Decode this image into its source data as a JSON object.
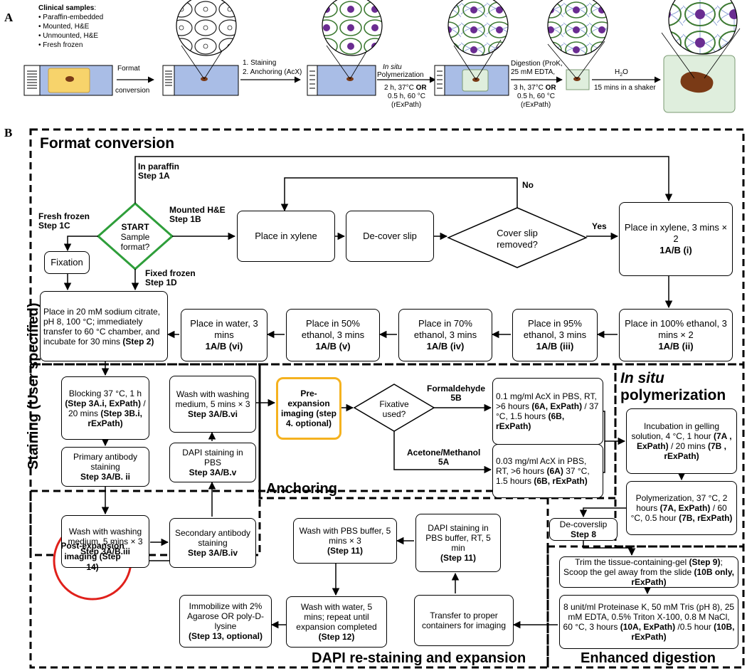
{
  "panel_a": {
    "label": "A",
    "samples_title": "Clinical samples",
    "samples_colon": ":",
    "samples": [
      "Paraffin-embedded",
      "Mounted, H&E",
      "Unmounted, H&E",
      "Fresh frozen"
    ],
    "arrow1": [
      "Format",
      "conversion"
    ],
    "arrow2": [
      "1. Staining",
      "2. Anchoring (AcX)"
    ],
    "arrow3_italic": "In situ",
    "arrow3_top": "Polymerization",
    "arrow3_bottom": [
      "2 h, 37°C",
      "OR",
      "0.5 h, 60 °C",
      "(rExPath)"
    ],
    "arrow4_top": [
      "Digestion (ProK,",
      "25 mM EDTA,"
    ],
    "arrow4_bottom": [
      "3 h, 37°C",
      "OR",
      "0.5 h, 60 °C",
      "(rExPath)"
    ],
    "arrow5_top": "H",
    "arrow5_sub": "2",
    "arrow5_top2": "O",
    "arrow5_bottom": "15 mins in a shaker"
  },
  "panel_b": {
    "label": "B",
    "sections": {
      "format_conversion": "Format conversion",
      "staining": "Staining (User specified)",
      "anchoring": "Anchoring",
      "in_situ_italic": "In situ",
      "in_situ_rest": "polymerization",
      "restaining": "DAPI re-staining and expansion",
      "digestion": "Enhanced digestion"
    },
    "branches": {
      "paraffin": [
        "In paraffin",
        "Step 1A"
      ],
      "fresh_frozen": [
        "Fresh frozen",
        "Step 1C"
      ],
      "mounted": [
        "Mounted H&E",
        "Step 1B"
      ],
      "fixed_frozen": [
        "Fixed frozen",
        "Step 1D"
      ],
      "no": "No",
      "yes": "Yes",
      "formaldehyde": [
        "Formaldehyde",
        "5B"
      ],
      "acetone": [
        "Acetone/Methanol",
        "5A"
      ]
    },
    "decisions": {
      "start": [
        "START",
        "Sample",
        "format?"
      ],
      "cover": [
        "Cover slip",
        "removed?"
      ],
      "fixative": [
        "Fixative",
        "used?"
      ]
    },
    "boxes": {
      "fixation": "Fixation",
      "xylene": "Place in xylene",
      "decover": "De-cover slip",
      "xylene2": "Place in xylene, 3 mins × 2",
      "xylene2_step": "1A/B (i)",
      "eth100": "Place in 100% ethanol, 3 mins × 2",
      "eth100_step": "1A/B (ii)",
      "eth95": "Place in 95% ethanol, 3 mins",
      "eth95_step": "1A/B (iii)",
      "eth70": "Place in 70% ethanol, 3 mins",
      "eth70_step": "1A/B (iv)",
      "eth50": "Place in 50% ethanol, 3 mins",
      "eth50_step": "1A/B (v)",
      "water": "Place in water, 3 mins",
      "water_step": "1A/B (vi)",
      "citrate": "Place in 20 mM sodium citrate, pH 8, 100 °C; immediately transfer to 60 °C chamber, and incubate for 30 mins",
      "citrate_step": "(Step 2)",
      "blocking_a": "Blocking 37 °C, 1 h",
      "blocking_b": "(Step 3A.i, ExPath)",
      "blocking_c": "/ 20 mins",
      "blocking_d": "(Step 3B.i, rExPath)",
      "primary": "Primary antibody staining",
      "primary_step": "Step 3A/B. ii",
      "wash1": "Wash with washing medium, 5 mins × 3",
      "wash1_step": "Step 3A/B.iii",
      "secondary": "Secondary antibody staining",
      "secondary_step": "Step 3A/B.iv",
      "dapi1": "DAPI staining in PBS",
      "dapi1_step": "Step 3A/B.v",
      "wash2": "Wash with washing medium, 5 mins × 3",
      "wash2_step": "Step 3A/B.vi",
      "pre_imaging": "Pre-expansion imaging (step 4. optional)",
      "acx1_a": "0.1 mg/ml AcX in PBS, RT, >6 hours",
      "acx1_b": "(6A, ExPath)",
      "acx1_c": "/ 37 °C, 1.5 hours",
      "acx1_d": "(6B, rExPath)",
      "acx2_a": "0.03 mg/ml AcX in PBS, RT, >6 hours",
      "acx2_b": "(6A)",
      "acx2_c": "37 °C, 1.5 hours",
      "acx2_d": "(6B, rExPath)",
      "gel_a": "Incubation in gelling solution, 4 °C, 1 hour",
      "gel_b": "(7A , ExPath)",
      "gel_c": "/ 20 mins",
      "gel_d": "(7B , rExPath)",
      "poly_a": "Polymerization, 37 °C, 2 hours",
      "poly_b": "(7A, ExPath)",
      "poly_c": "/ 60 °C, 0.5 hour",
      "poly_d": "(7B, rExPath)",
      "decover2": "De-coverslip",
      "decover2_step": "Step 8",
      "trim_a": "Trim the tissue-containing-gel",
      "trim_b": "(Step 9)",
      "trim_c": "; Scoop the gel away from the slide",
      "trim_d": "(10B only, rExPath)",
      "prok_a": "8 unit/ml Proteinase K, 50 mM Tris (pH 8), 25 mM EDTA, 0.5% Triton X-100, 0.8 M NaCl, 60 °C, 3 hours",
      "prok_b": "(10A, ExPath)",
      "prok_c": "/0.5 hour",
      "prok_d": "(10B, rExPath)",
      "transfer": "Transfer to proper containers for imaging",
      "dapi2": "DAPI staining in PBS buffer, RT, 5 min",
      "dapi2_step": "(Step 11)",
      "wash_pbs": "Wash with PBS buffer, 5 mins × 3",
      "wash_pbs_step": "(Step 11)",
      "wash_water": "Wash with water, 5 mins; repeat until expansion completed",
      "wash_water_step": "(Step 12)",
      "immobilize": "Immobilize with 2% Agarose OR poly-D-lysine",
      "immobilize_step": "(Step 13, optional)",
      "post_imaging": "Post-expansion imaging (Step 14)"
    }
  },
  "colors": {
    "start_border": "#2e9e3a",
    "pre_border": "#f5b21f",
    "post_border": "#e0201b",
    "slide_blue": "#a9bde6",
    "tissue": "#7a3a16",
    "orange_pad": "#f7d36b",
    "gel_green": "#dfeedd",
    "nucleus": "#6a2c91"
  }
}
